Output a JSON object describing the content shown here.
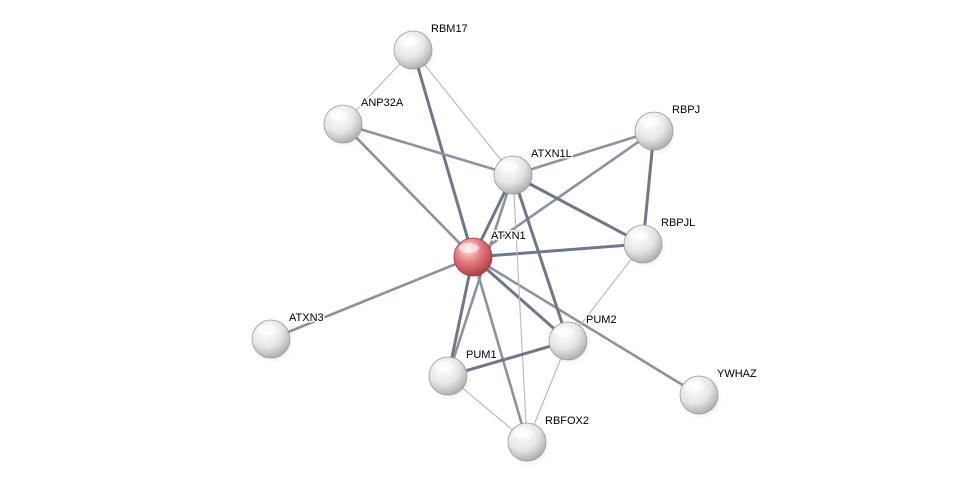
{
  "network": {
    "colors": {
      "background": "#ffffff",
      "node_default": "#d9d9d9",
      "node_query": "#e06c70",
      "edge_strong": "#6f7889",
      "edge_medium": "#8a92a3",
      "edge_weak": "#b8bcc4",
      "label": "#000000"
    },
    "nodes": [
      {
        "id": "RBM17",
        "label": "RBM17",
        "query": false
      },
      {
        "id": "ANP32A",
        "label": "ANP32A",
        "query": false
      },
      {
        "id": "RBPJ",
        "label": "RBPJ",
        "query": false
      },
      {
        "id": "ATXN1L",
        "label": "ATXN1L",
        "query": false
      },
      {
        "id": "ATXN1",
        "label": "ATXN1",
        "query": true
      },
      {
        "id": "RBPJL",
        "label": "RBPJL",
        "query": false
      },
      {
        "id": "ATXN3",
        "label": "ATXN3",
        "query": false
      },
      {
        "id": "PUM2",
        "label": "PUM2",
        "query": false
      },
      {
        "id": "PUM1",
        "label": "PUM1",
        "query": false
      },
      {
        "id": "YWHAZ",
        "label": "YWHAZ",
        "query": false
      },
      {
        "id": "RBFOX2",
        "label": "RBFOX2",
        "query": false
      }
    ],
    "edges": [
      {
        "source": "ATXN1",
        "target": "RBM17",
        "strength": "strong"
      },
      {
        "source": "ATXN1",
        "target": "ANP32A",
        "strength": "medium"
      },
      {
        "source": "ATXN1",
        "target": "ATXN1L",
        "strength": "strong"
      },
      {
        "source": "ATXN1",
        "target": "RBPJ",
        "strength": "medium"
      },
      {
        "source": "ATXN1",
        "target": "RBPJL",
        "strength": "strong"
      },
      {
        "source": "ATXN1",
        "target": "ATXN3",
        "strength": "medium"
      },
      {
        "source": "ATXN1",
        "target": "PUM2",
        "strength": "strong"
      },
      {
        "source": "ATXN1",
        "target": "PUM1",
        "strength": "strong"
      },
      {
        "source": "ATXN1",
        "target": "YWHAZ",
        "strength": "medium"
      },
      {
        "source": "ATXN1",
        "target": "RBFOX2",
        "strength": "medium"
      },
      {
        "source": "RBM17",
        "target": "ANP32A",
        "strength": "weak"
      },
      {
        "source": "RBM17",
        "target": "ATXN1L",
        "strength": "weak"
      },
      {
        "source": "ANP32A",
        "target": "ATXN1L",
        "strength": "medium"
      },
      {
        "source": "ATXN1L",
        "target": "RBPJ",
        "strength": "medium"
      },
      {
        "source": "ATXN1L",
        "target": "RBPJL",
        "strength": "strong"
      },
      {
        "source": "ATXN1L",
        "target": "PUM2",
        "strength": "strong"
      },
      {
        "source": "ATXN1L",
        "target": "PUM1",
        "strength": "medium"
      },
      {
        "source": "ATXN1L",
        "target": "RBFOX2",
        "strength": "weak"
      },
      {
        "source": "RBPJ",
        "target": "RBPJL",
        "strength": "strong"
      },
      {
        "source": "RBPJL",
        "target": "PUM2",
        "strength": "weak"
      },
      {
        "source": "PUM1",
        "target": "PUM2",
        "strength": "strong"
      },
      {
        "source": "PUM1",
        "target": "RBFOX2",
        "strength": "weak"
      },
      {
        "source": "PUM2",
        "target": "RBFOX2",
        "strength": "weak"
      }
    ]
  }
}
